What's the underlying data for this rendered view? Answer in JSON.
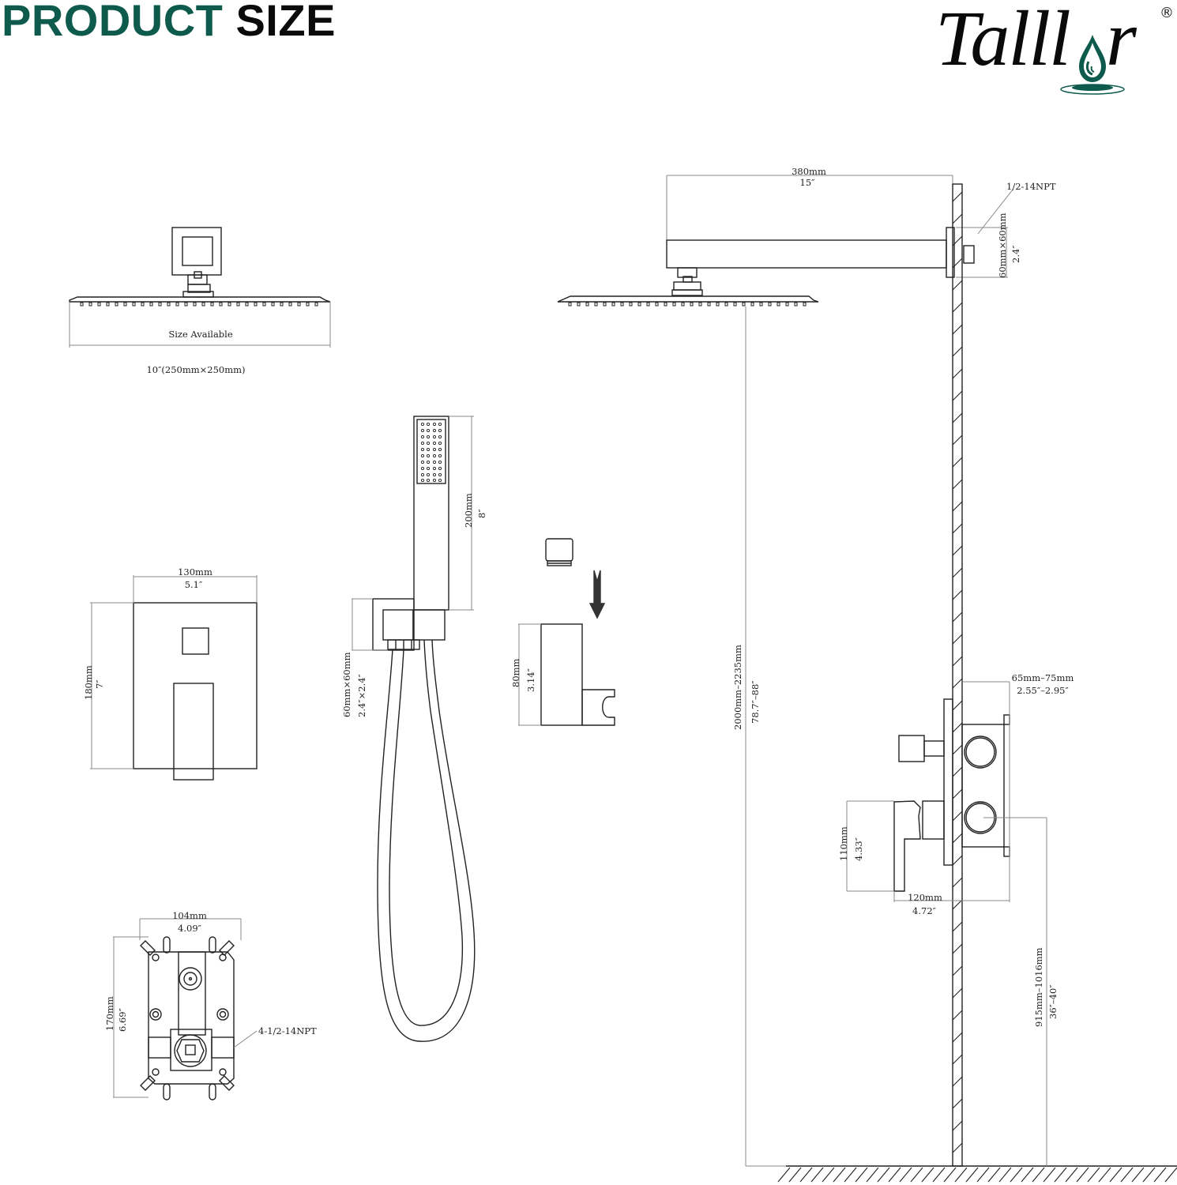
{
  "header": {
    "title_part1": "PRODUCT",
    "title_part2": "SIZE",
    "title_color1": "#0e5a4c",
    "title_color2": "#0a0a0a"
  },
  "brand": {
    "name": "Tallor",
    "name_prefix": "Talll",
    "name_suffix": "r",
    "registered_mark": "®",
    "drop_icon": "water-drop-icon",
    "accent_color": "#0e5a4c"
  },
  "rain_head": {
    "label": "Size Available",
    "size": "10″(250mm×250mm)"
  },
  "shower_arm": {
    "length_mm": "380mm",
    "length_in": "15″",
    "thread": "1/2-14NPT",
    "flange_mm": "60mm×60mm",
    "flange_in": "2.4″"
  },
  "install_height": {
    "mm": "2000mm–2235mm",
    "in": "78.7″–88″"
  },
  "trim_plate": {
    "width_mm": "130mm",
    "width_in": "5.1″",
    "height_mm": "180mm",
    "height_in": "7″"
  },
  "hand_shower": {
    "length_mm": "200mm",
    "length_in": "8″",
    "bracket_mm": "60mm×60mm",
    "bracket_in": "2.4″×2.4″"
  },
  "holder": {
    "height_mm": "80mm",
    "height_in": "3.14″",
    "arrow_icon": "arrow-down-icon"
  },
  "valve_body": {
    "width_mm": "104mm",
    "width_in": "4.09″",
    "height_mm": "170mm",
    "height_in": "6.69″",
    "thread": "4-1/2-14NPT"
  },
  "wall_valve": {
    "depth_mm": "65mm–75mm",
    "depth_in": "2.55″–2.95″",
    "handle_mm": "110mm",
    "handle_in": "4.33″",
    "projection_mm": "120mm",
    "projection_in": "4.72″",
    "height_mm": "915mm–1016mm",
    "height_in": "36″–40″"
  }
}
